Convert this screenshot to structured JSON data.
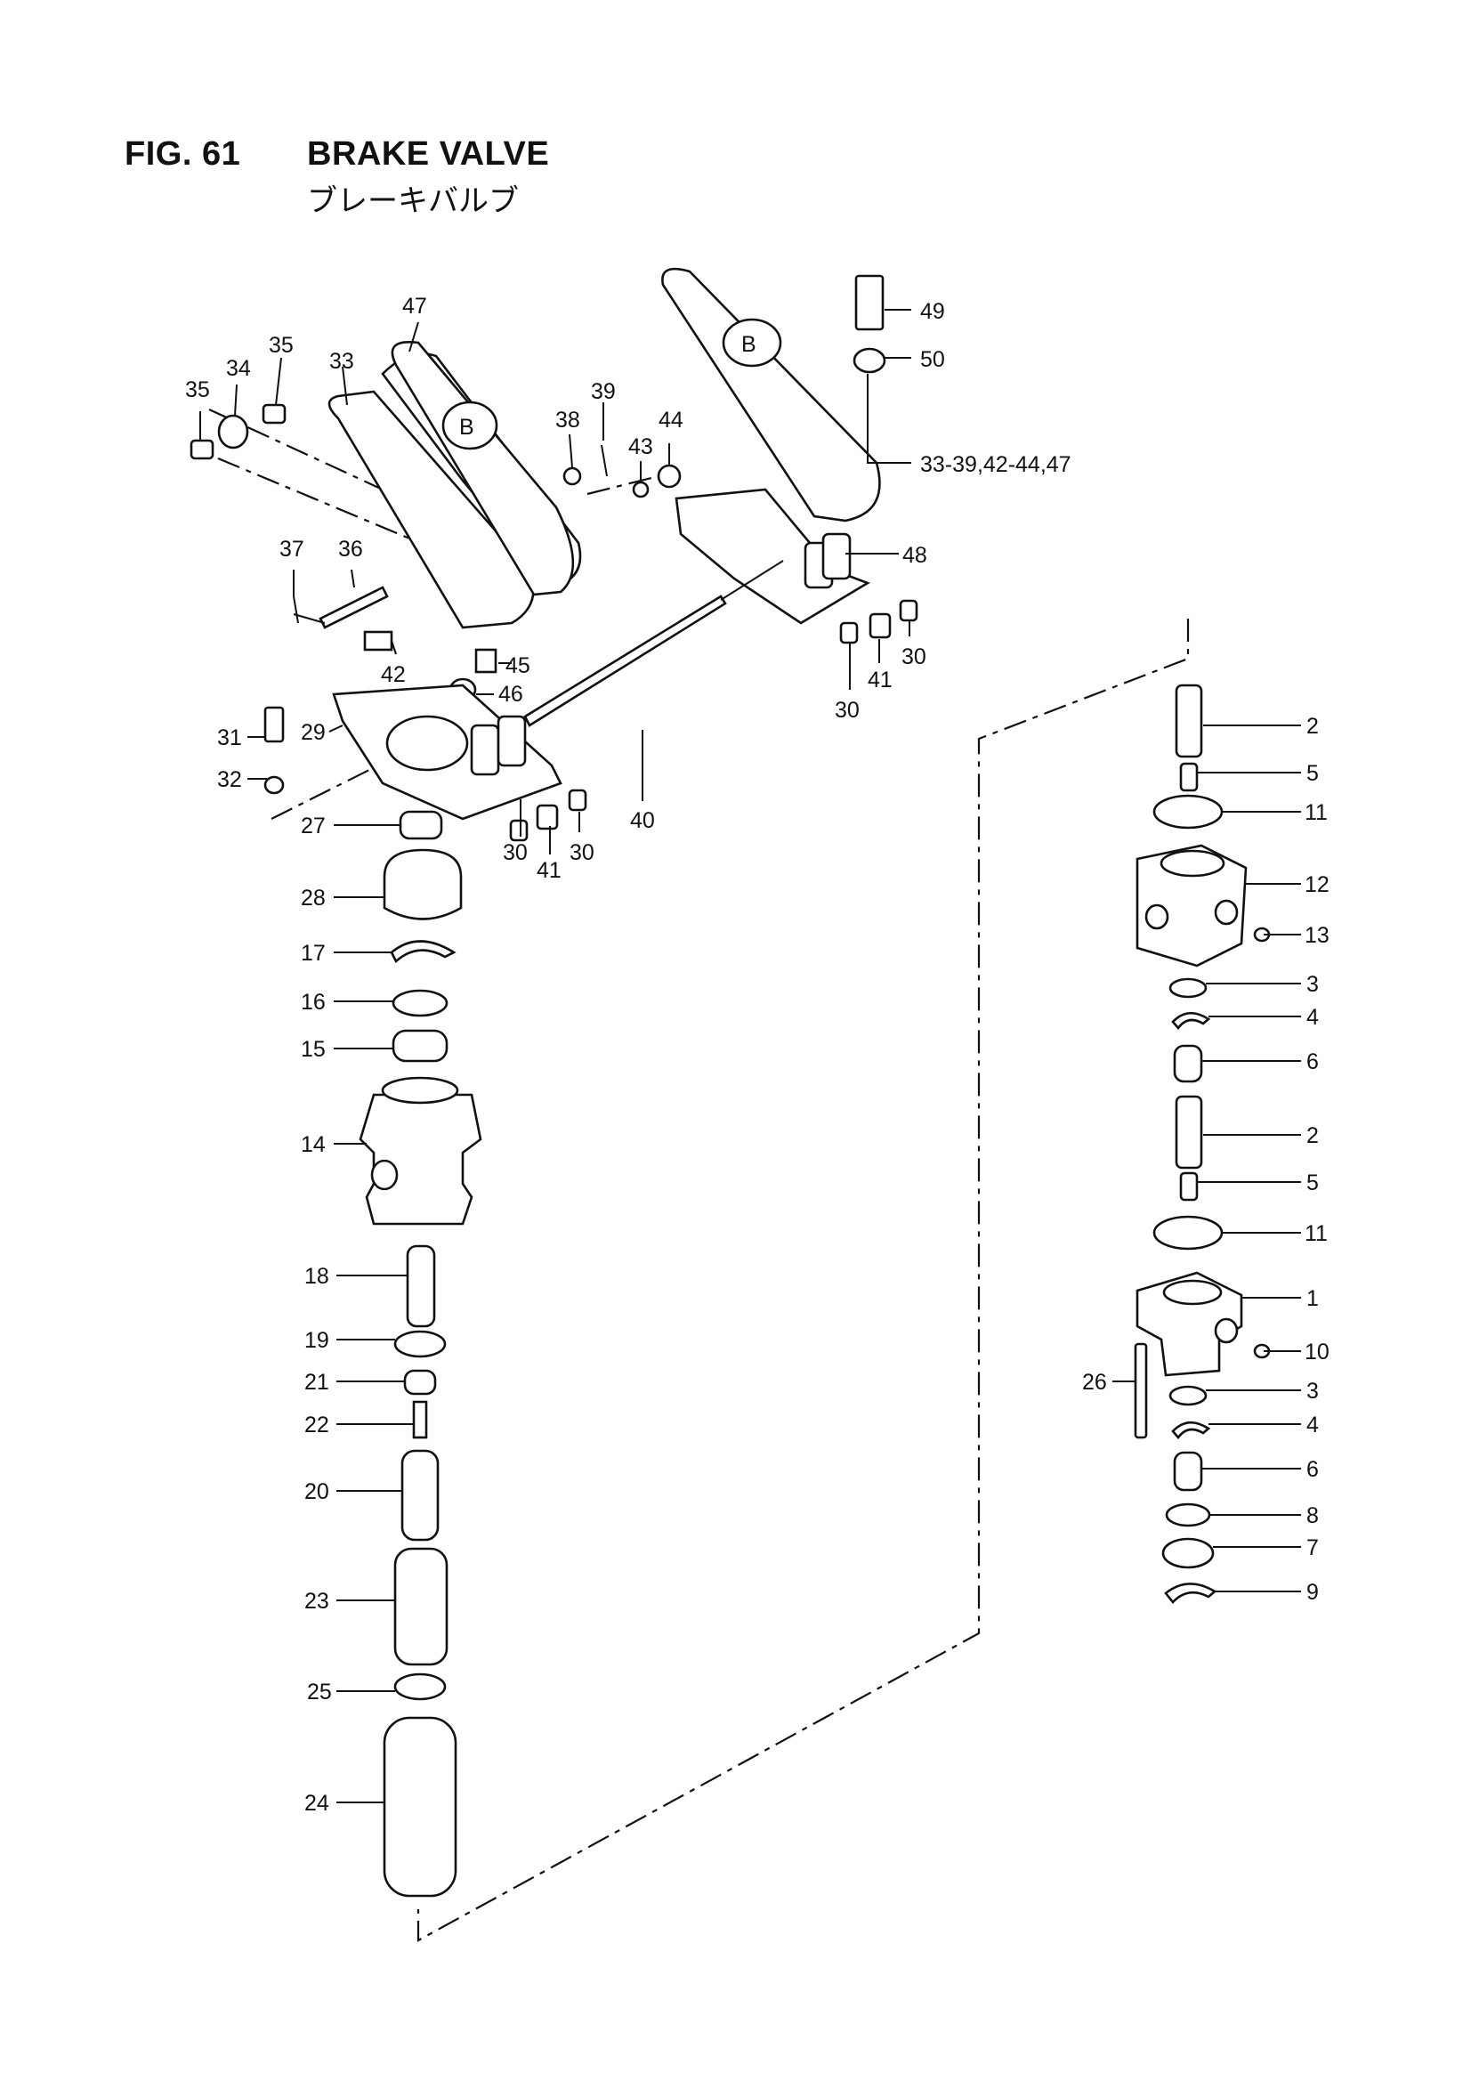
{
  "header": {
    "fig_number": "FIG. 61",
    "title": "BRAKE VALVE",
    "subtitle_jp": "ブレーキバルブ"
  },
  "callouts": {
    "c1": "1",
    "c2": "2",
    "c3": "3",
    "c4": "4",
    "c5": "5",
    "c6": "6",
    "c7": "7",
    "c8": "8",
    "c9": "9",
    "c10": "10",
    "c11": "11",
    "c12": "12",
    "c13": "13",
    "c14": "14",
    "c15": "15",
    "c16": "16",
    "c17": "17",
    "c18": "18",
    "c19": "19",
    "c20": "20",
    "c21": "21",
    "c22": "22",
    "c23": "23",
    "c24": "24",
    "c25": "25",
    "c26": "26",
    "c27": "27",
    "c28": "28",
    "c29": "29",
    "c30": "30",
    "c31": "31",
    "c32": "32",
    "c33": "33",
    "c34": "34",
    "c35": "35",
    "c36": "36",
    "c37": "37",
    "c38": "38",
    "c39": "39",
    "c40": "40",
    "c41": "41",
    "c42": "42",
    "c43": "43",
    "c44": "44",
    "c45": "45",
    "c46": "46",
    "c47": "47",
    "c48": "48",
    "c49": "49",
    "c50": "50",
    "assembly": "33-39,42-44,47",
    "pedal_badge": "B"
  }
}
